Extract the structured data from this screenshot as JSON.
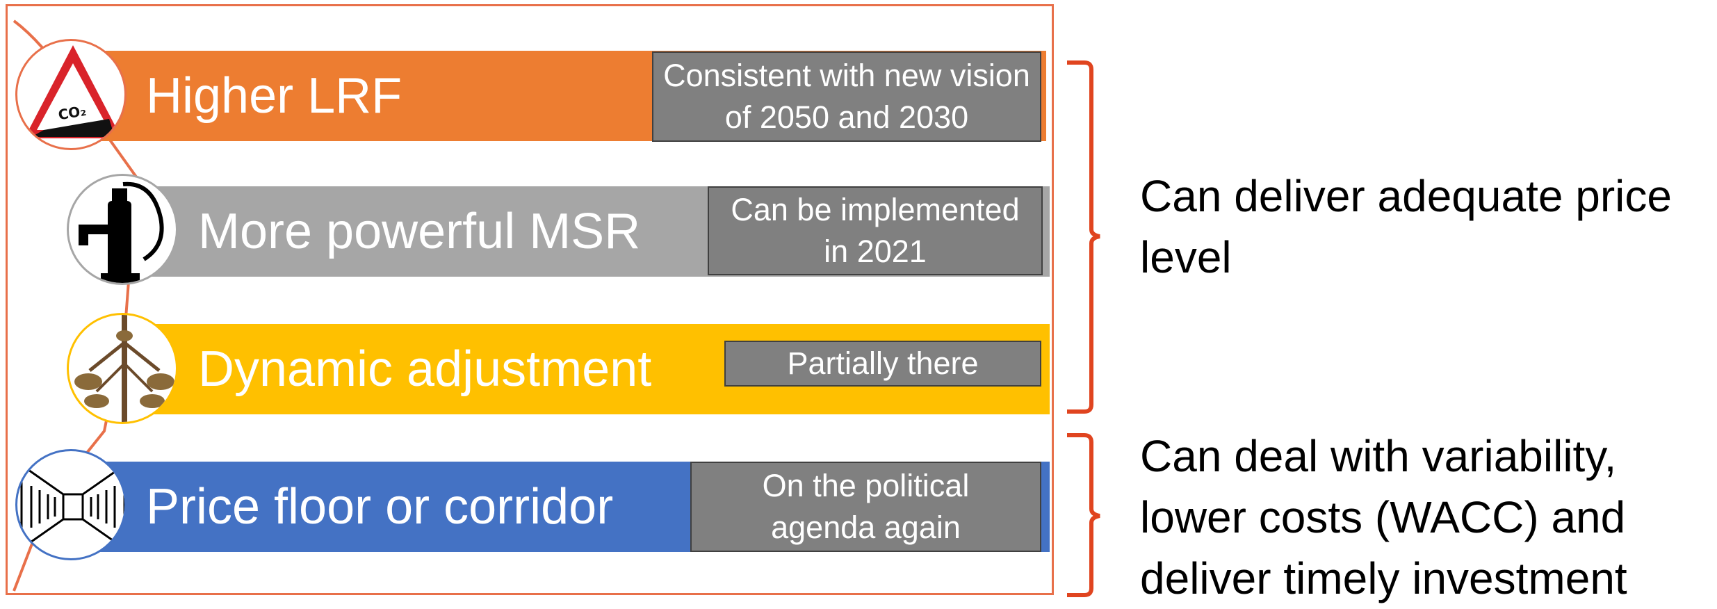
{
  "colors": {
    "orange": "#ed7d31",
    "gray": "#a6a6a6",
    "yellow": "#ffc000",
    "blue": "#4472c4",
    "note_gray": "#808080",
    "brace_red": "#e0441f"
  },
  "rows": [
    {
      "title": "Higher LRF",
      "note": "Consistent with new vision of 2050 and 2030",
      "icon": "co2-warning-sign-icon"
    },
    {
      "title": "More powerful MSR",
      "note": "Can be implemented in 2021",
      "icon": "water-pump-icon"
    },
    {
      "title": "Dynamic adjustment",
      "note": "Partially there",
      "icon": "balance-scale-icon"
    },
    {
      "title": "Price floor or corridor",
      "note": "On the political agenda again",
      "icon": "corridor-icon"
    }
  ],
  "co2_label": "CO₂",
  "right_labels": [
    {
      "text": "Can deliver adequate price level"
    },
    {
      "text": "Can deal with variability, lower costs (WACC) and deliver timely investment"
    }
  ]
}
